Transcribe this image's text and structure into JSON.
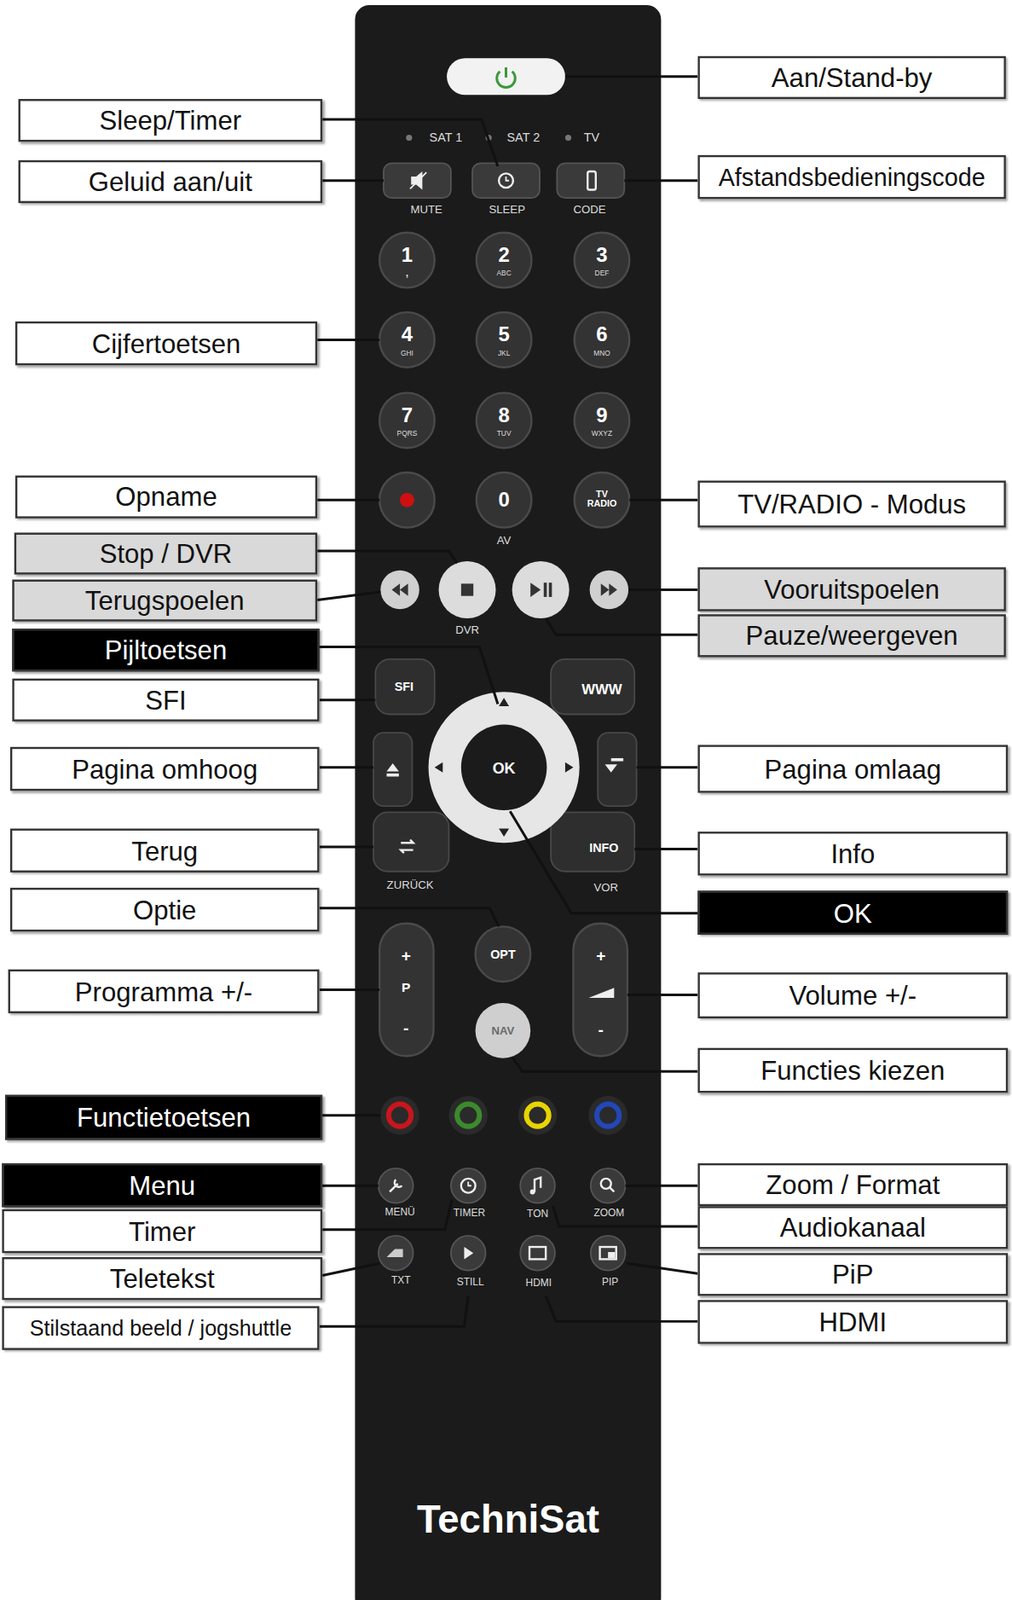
{
  "diagram": {
    "nodes": [
      {
        "text": [
          "Aan/Stand-by"
        ]
      },
      {
        "text": [
          "Sleep/Timer"
        ]
      },
      {
        "text": [
          "Afstandsbedieningscode"
        ]
      },
      {
        "text": [
          "Geluid aan/uit"
        ]
      },
      {
        "text": [
          "Cijfertoetsen"
        ]
      },
      {
        "text": [
          "Opname"
        ]
      },
      {
        "text": [
          "TV/RADIO - Modus"
        ]
      },
      {
        "text": [
          "Stop / DVR"
        ]
      },
      {
        "text": [
          "Vooruitspoelen"
        ]
      },
      {
        "text": [
          "Terugspoelen"
        ]
      },
      {
        "text": [
          "Pauze/weergeven"
        ]
      },
      {
        "text": [
          "Pijltoetsen"
        ]
      },
      {
        "text": [
          "SFI"
        ]
      },
      {
        "text": [
          "Pagina omlaag"
        ]
      },
      {
        "text": [
          "Pagina omhoog"
        ]
      },
      {
        "text": [
          "Terug"
        ]
      },
      {
        "text": [
          "Info"
        ]
      },
      {
        "text": [
          "Optie"
        ]
      },
      {
        "text": [
          "OK"
        ]
      },
      {
        "text": [
          "Programma +/-"
        ]
      },
      {
        "text": [
          "Volume +/-"
        ]
      },
      {
        "text": [
          "Functies kiezen"
        ]
      },
      {
        "text": [
          "Functietoetsen"
        ]
      },
      {
        "text": [
          "Menu"
        ]
      },
      {
        "text": [
          "Zoom / Format"
        ]
      },
      {
        "text": [
          "Audiokanaal"
        ]
      },
      {
        "text": [
          "Timer"
        ]
      },
      {
        "text": [
          "PiP"
        ]
      },
      {
        "text": [
          "Teletekst"
        ]
      },
      {
        "text": [
          "HDMI"
        ]
      },
      {
        "text": [
          "Stilstaand beeld / jogshuttle"
        ]
      }
    ],
    "labels": [
      "SAT 1",
      "SAT 2",
      "TV",
      "MUTE",
      "SLEEP",
      "CODE",
      "1",
      ",",
      "2",
      "ABC",
      "3",
      "DEF",
      "4",
      "GHI",
      "5",
      "JKL",
      "6",
      "MNO",
      "7",
      "PQRS",
      "8",
      "TUV",
      "9",
      "WXYZ",
      "0",
      "AV",
      "TV RADIO",
      "DVR",
      "SFI",
      "WWW",
      "OK",
      "INFO",
      "ZURÜCK",
      "VOR",
      "OPT",
      "+",
      "P",
      "-",
      "+",
      "-",
      "NAV",
      "MENÜ",
      "TIMER",
      "TON",
      "ZOOM",
      "TXT",
      "STILL",
      "HDMI",
      "PIP",
      "TechniSat"
    ]
  }
}
